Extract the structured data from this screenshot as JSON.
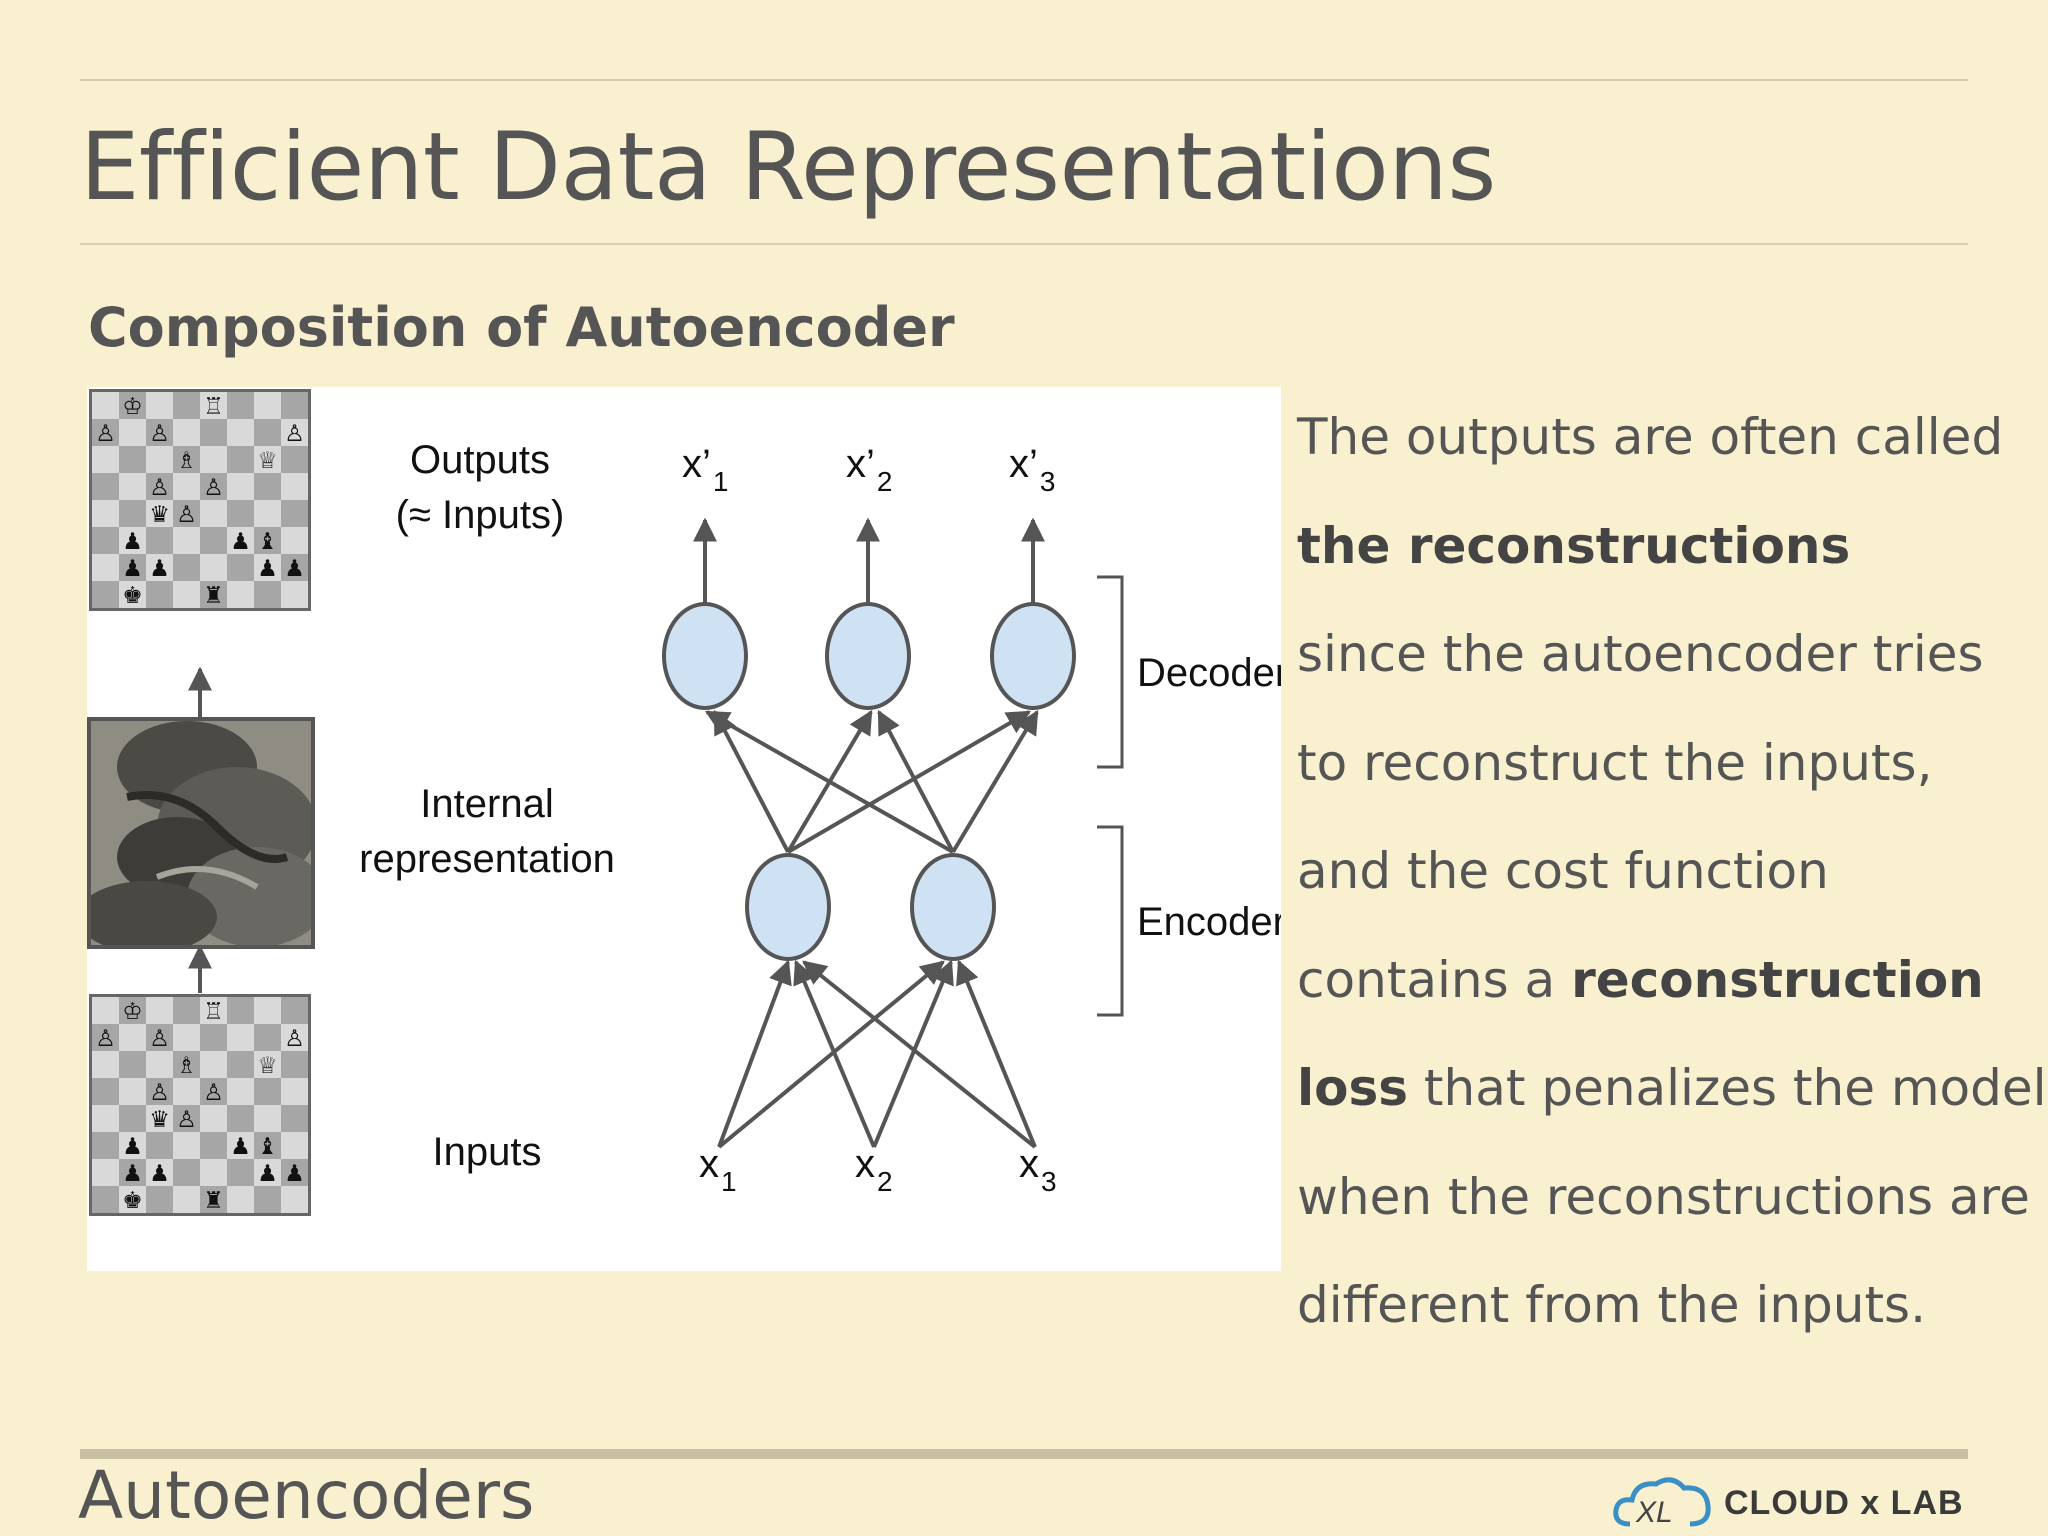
{
  "slide": {
    "title": "Efficient Data Representations",
    "subtitle": "Composition of Autoencoder",
    "footer": "Autoencoders"
  },
  "diagram": {
    "labels": {
      "outputs": "Outputs",
      "outputs_note": "(≈ Inputs)",
      "internal_1": "Internal",
      "internal_2": "representation",
      "inputs": "Inputs",
      "decoder": "Decoder",
      "encoder": "Encoder"
    },
    "output_nodes": [
      {
        "base": "x’",
        "sub": "1"
      },
      {
        "base": "x’",
        "sub": "2"
      },
      {
        "base": "x’",
        "sub": "3"
      }
    ],
    "input_nodes": [
      {
        "base": "x",
        "sub": "1"
      },
      {
        "base": "x",
        "sub": "2"
      },
      {
        "base": "x",
        "sub": "3"
      }
    ],
    "node_fill": "#cfe2f3",
    "node_stroke": "#555555"
  },
  "body": {
    "l1": "The outputs are often called",
    "l2_bold": "the reconstructions",
    "l3": "since the autoencoder tries",
    "l4": "to reconstruct the inputs,",
    "l5": "and the cost function",
    "l6_pre": "contains a ",
    "l6_bold": "reconstruction",
    "l7_bold": "loss",
    "l7_post": " that penalizes the model",
    "l8": "when the reconstructions are",
    "l9": "different from the inputs."
  },
  "logo": {
    "mark": "XL",
    "text": "CLOUD x LAB"
  }
}
